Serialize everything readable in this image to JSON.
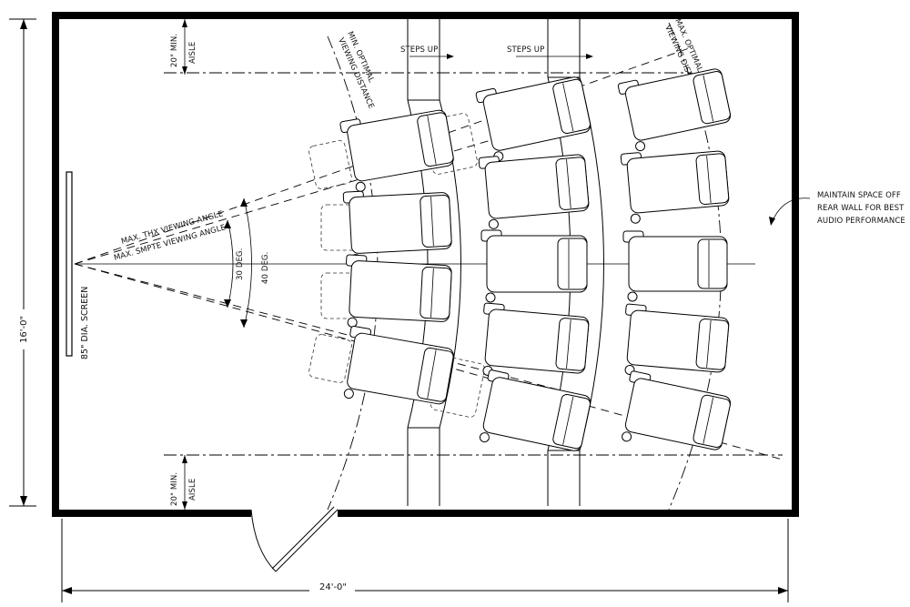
{
  "title": "",
  "dimensions": {
    "width": "24'-0\"",
    "depth": "16'-0\""
  },
  "screen": {
    "label": "85\" DIA. SCREEN"
  },
  "aisles": {
    "top": [
      "20\" MIN.",
      "AISLE"
    ],
    "bottom": [
      "20\" MIN.",
      "AISLE"
    ]
  },
  "steps": {
    "left": "STEPS UP",
    "right": "STEPS UP"
  },
  "viewing": {
    "min_optimal": [
      "MIN. OPTIMAL",
      "VIEWING DISTANCE"
    ],
    "max_optimal": [
      "MAX. OPTIMAL",
      "VIEWING DISTANCE"
    ],
    "thx_angle": "MAX. THX VIEWING ANGLE",
    "smpte_angle": "MAX. SMPTE VIEWING ANGLE",
    "angle_30": "30 DEG.",
    "angle_40": "40 DEG."
  },
  "note": [
    "MAINTAIN SPACE OFF",
    "REAR WALL FOR BEST",
    "AUDIO PERFORMANCE"
  ],
  "rows": [
    {
      "name": "front",
      "seats": 4
    },
    {
      "name": "middle",
      "seats": 5
    },
    {
      "name": "rear",
      "seats": 5
    }
  ],
  "icons": {
    "arrow": "arrow-right-icon",
    "curved_arrow": "curved-arrow-icon"
  }
}
